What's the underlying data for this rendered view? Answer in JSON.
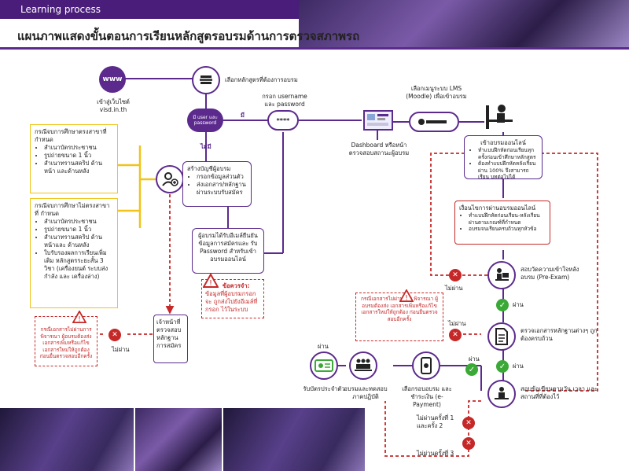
{
  "header": {
    "tag": "Learning process",
    "title": "แผนภาพแสดงขั้นตอนการเรียนหลักสูตรอบรมด้านการตรวจสภาพรถ"
  },
  "icons": {
    "www": "www",
    "user_pass": "มี user และ password",
    "password_field": "****"
  },
  "nodes": {
    "visit_site": "เข้าสู่เว็บไซต์ visd.in.th",
    "choose_course": "เลือกหลักสูตรที่ต้องการอบรม",
    "enter_credentials": "กรอก username และ password",
    "choose_lms": "เลือกเมนูระบบ LMS (Moodle) เพื่อเข้าอบรม",
    "dashboard": "Dashboard หรือหน้า ตรวจสอบสถานะผู้อบรม",
    "create_account_title": "สร้างบัญชีผู้อบรม",
    "create_account_items": [
      "กรอกข้อมูลส่วนตัว",
      "ส่งเอกสาร/หลักฐาน ผ่านระบบรับสมัคร"
    ],
    "email_confirm": "ผู้อบรมได้รับอีเมล์ยืนยัน ข้อมูลการสมัครและ รับ Password สำหรับเข้าอบรมออนไลน์",
    "note_title": "ข้อควรจำ:",
    "note_text": "ข้อมูลที่ผู้อบรมกรอกจะ ถูกส่งไปยังอีเมล์ที่กรอก ไว้ในระบบ",
    "staff_check": "เจ้าหน้าที่ ตรวจสอบ หลักฐาน การสมัคร",
    "docs_match_title": "กรณีจบการศึกษาตรงสาขาที่ กำหนด",
    "docs_match_items": [
      "สำเนาบัตรประชาชน",
      "รูปถ่ายขนาด 1 นิ้ว",
      "สำเนาทรานสคริป ด้านหน้า และด้านหลัง"
    ],
    "docs_nomatch_title": "กรณีจบการศึกษาไม่ตรงสาขาที่ กำหนด",
    "docs_nomatch_items": [
      "สำเนาบัตรประชาชน",
      "รูปถ่ายขนาด 1 นิ้ว",
      "สำเนาทรานสคริป ด้านหน้าและ ด้านหลัง",
      "ใบรับรองผลการเรียนเพิ่มเติม หลักสูตรระยะสั้น 3 วิชา (เครื่องยนต์ ระบบส่งกำลัง และ เครื่องล่าง)"
    ],
    "reject_left": "กรณีเอกสารไม่ผ่านการ พิจารณา ผู้อบรมต้องส่ง เอกสารเพิ่มหรือแก้ไข เอกสารใหม่ให้ถูกต้อง ก่อนยื่นตรวจสอบอีกครั้ง",
    "online_title": "เข้าอบรมออนไลน์",
    "online_items": [
      "ทำแบบฝึกหัดก่อนเรียนทุก ครั้งก่อนเข้าศึกษาหลักสูตร",
      "ต้องทำแบบฝึกหัดหลังเรียน ผ่าน 100% จึงสามารถเรียน บทต่อไปได้"
    ],
    "pass_cond_title": "เงื่อนไขการผ่านอบรมออนไลน์",
    "pass_cond_items": [
      "ทำแบบฝึกหัดก่อนเรียน-หลังเรียน ผ่านตามเกณฑ์ที่กำหนด",
      "อบรมจนเรียนครบถ้วนทุกหัวข้อ"
    ],
    "pre_exam": "สอบวัดความเข้าใจหลัง อบรม (Pre-Exam)",
    "doc_check": "ตรวจเอกสารหลักฐานต่างๆ ถูกต้องครบถ้วน",
    "reject_right": "กรณีเอกสารไม่ผ่านการ พิจารณา ผู้อบรมต้องส่ง เอกสารเพิ่มหรือแก้ไข เอกสารใหม่ให้ถูกต้อง ก่อนยื่นตรวจสอบอีกครั้ง",
    "written_exam": "สอบข้อเขียนตามวัน เวลา และสถานที่ที่ต้องไว้",
    "payment": "เลือกรอบอบรม และ ชำระเงิน (e-Payment)",
    "practical": "อบรมและทดสอบ ภาคปฏิบัติ",
    "certificate": "รับบัตรประจำตัว"
  },
  "labels": {
    "has": "มี",
    "has_not": "ไม่มี",
    "pass": "ผ่าน",
    "fail": "ไม่ผ่าน",
    "fail_1_2": "ไม่ผ่านครั้งที่ 1 และครั้ง 2",
    "fail_3": "ไม่ผ่านครั้งที่ 3"
  },
  "colors": {
    "purple": "#5b2a8c",
    "yellow": "#f0c419",
    "red": "#c62828",
    "green": "#3aa935"
  }
}
